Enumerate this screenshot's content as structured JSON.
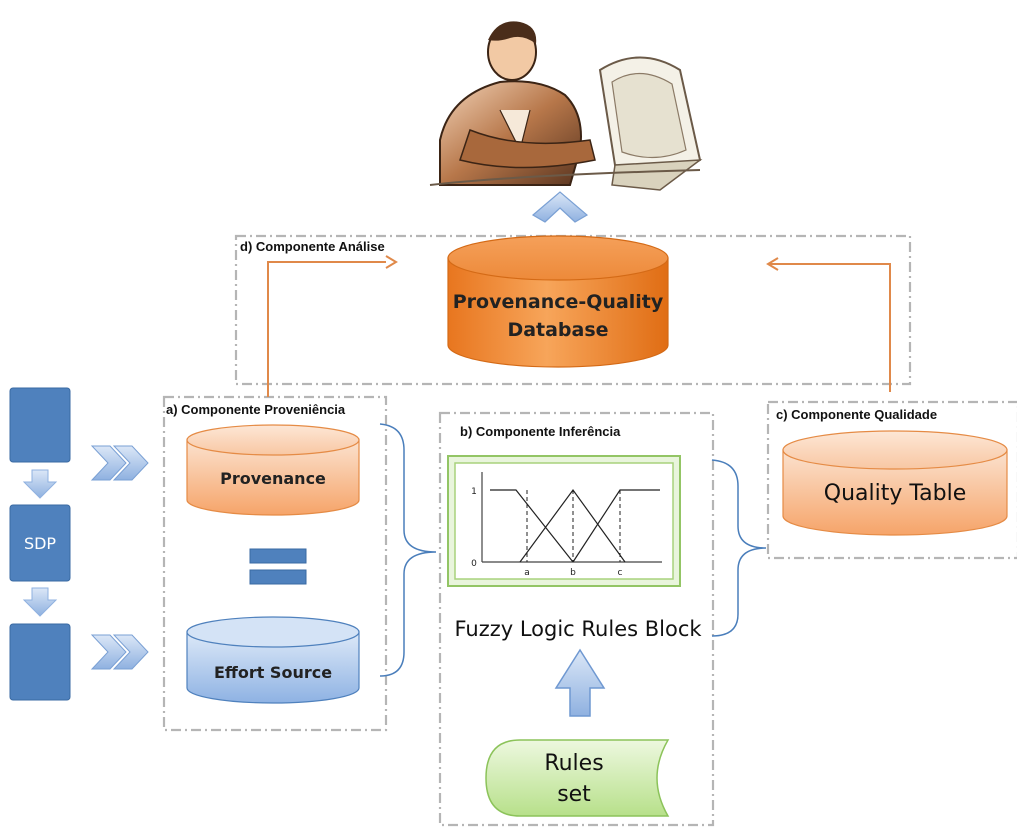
{
  "analysis": {
    "label": "d) Componente Análise",
    "db_line1": "Provenance-Quality",
    "db_line2": "Database"
  },
  "provenance_component": {
    "label": "a) Componente Proveniência",
    "provenance_db": "Provenance",
    "effort_db": "Effort Source"
  },
  "inference_component": {
    "label": "b) Componente Inferência",
    "block_title": "Fuzzy Logic Rules Block",
    "chart": {
      "y_ticks": [
        "1",
        "0"
      ],
      "x_ticks": [
        "a",
        "b",
        "c"
      ]
    },
    "rules_line1": "Rules",
    "rules_line2": "set"
  },
  "quality_component": {
    "label": "c) Componente Qualidade",
    "quality_db": "Quality Table"
  },
  "sdp": {
    "label": "SDP"
  },
  "colors": {
    "orange": "#f28a32",
    "blue": "#4f81bd",
    "light_blue": "#8fb4e3",
    "green": "#c3e59a",
    "dashed_border": "#b5b5b5"
  },
  "icons": [
    "user-at-computer-icon",
    "up-chevron-icon",
    "chevron-right-icon",
    "arrow-down-icon",
    "equals-icon",
    "arrow-up-icon"
  ]
}
